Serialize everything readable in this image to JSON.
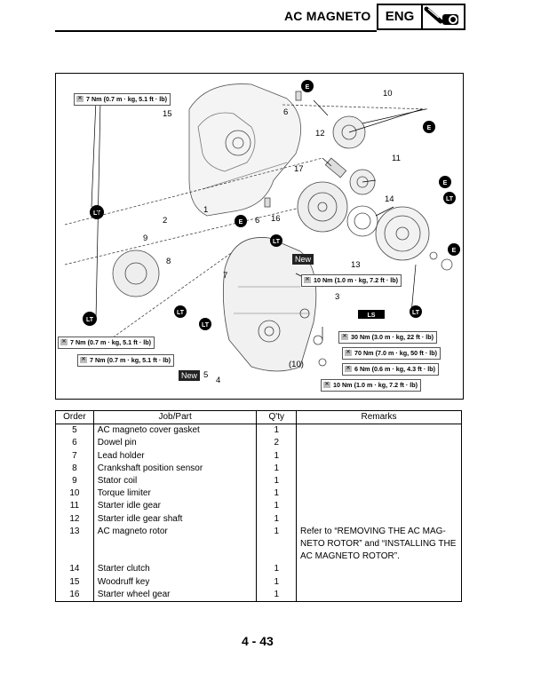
{
  "header": {
    "title": "AC MAGNETO",
    "section": "ENG",
    "tool_icon": "engine-wrench-icon"
  },
  "diagram": {
    "callouts": [
      {
        "id": "c1",
        "text": "7 Nm (0.7 m · kg, 5.1 ft · lb)"
      },
      {
        "id": "c2",
        "text": "10 Nm (1.0 m · kg, 7.2 ft · lb)"
      },
      {
        "id": "c3",
        "text": "7 Nm (0.7 m · kg, 5.1 ft · lb)"
      },
      {
        "id": "c4",
        "text": "7 Nm (0.7 m · kg, 5.1 ft · lb)"
      },
      {
        "id": "c5",
        "text": "30 Nm (3.0 m · kg, 22 ft · lb)"
      },
      {
        "id": "c6",
        "text": "70 Nm (7.0 m · kg, 50 ft · lb)"
      },
      {
        "id": "c7",
        "text": "6 Nm (0.6 m · kg, 4.3 ft · lb)"
      },
      {
        "id": "c8",
        "text": "10 Nm (1.0 m · kg, 7.2 ft · lb)"
      }
    ],
    "numbers": [
      "10",
      "15",
      "6",
      "12",
      "17",
      "11",
      "14",
      "1",
      "2",
      "6",
      "16",
      "9",
      "8",
      "7",
      "13",
      "3",
      "5",
      "4",
      "(10)"
    ],
    "new_labels": [
      "New",
      "New"
    ],
    "markers": {
      "e": "E",
      "lt": "LT",
      "ls": "LS"
    }
  },
  "table": {
    "headers": {
      "order": "Order",
      "part": "Job/Part",
      "qty": "Q'ty",
      "remarks": "Remarks"
    },
    "rows": [
      {
        "order": "5",
        "part": "AC magneto cover gasket",
        "qty": "1",
        "remarks": ""
      },
      {
        "order": "6",
        "part": "Dowel pin",
        "qty": "2",
        "remarks": ""
      },
      {
        "order": "7",
        "part": "Lead holder",
        "qty": "1",
        "remarks": ""
      },
      {
        "order": "8",
        "part": "Crankshaft position sensor",
        "qty": "1",
        "remarks": ""
      },
      {
        "order": "9",
        "part": "Stator coil",
        "qty": "1",
        "remarks": ""
      },
      {
        "order": "10",
        "part": "Torque limiter",
        "qty": "1",
        "remarks": ""
      },
      {
        "order": "11",
        "part": "Starter idle gear",
        "qty": "1",
        "remarks": ""
      },
      {
        "order": "12",
        "part": "Starter idle gear shaft",
        "qty": "1",
        "remarks": ""
      },
      {
        "order": "13",
        "part": "AC magneto rotor",
        "qty": "1",
        "remarks": "Refer to “REMOVING THE AC MAG-"
      },
      {
        "order": "",
        "part": "",
        "qty": "",
        "remarks": "NETO ROTOR” and “INSTALLING THE"
      },
      {
        "order": "",
        "part": "",
        "qty": "",
        "remarks": "AC MAGNETO ROTOR”."
      },
      {
        "order": "",
        "part": "",
        "qty": "",
        "remarks": ""
      },
      {
        "order": "14",
        "part": "Starter clutch",
        "qty": "1",
        "remarks": ""
      },
      {
        "order": "15",
        "part": "Woodruff key",
        "qty": "1",
        "remarks": ""
      },
      {
        "order": "16",
        "part": "Starter wheel gear",
        "qty": "1",
        "remarks": ""
      }
    ]
  },
  "footer": {
    "page": "4 - 43"
  }
}
